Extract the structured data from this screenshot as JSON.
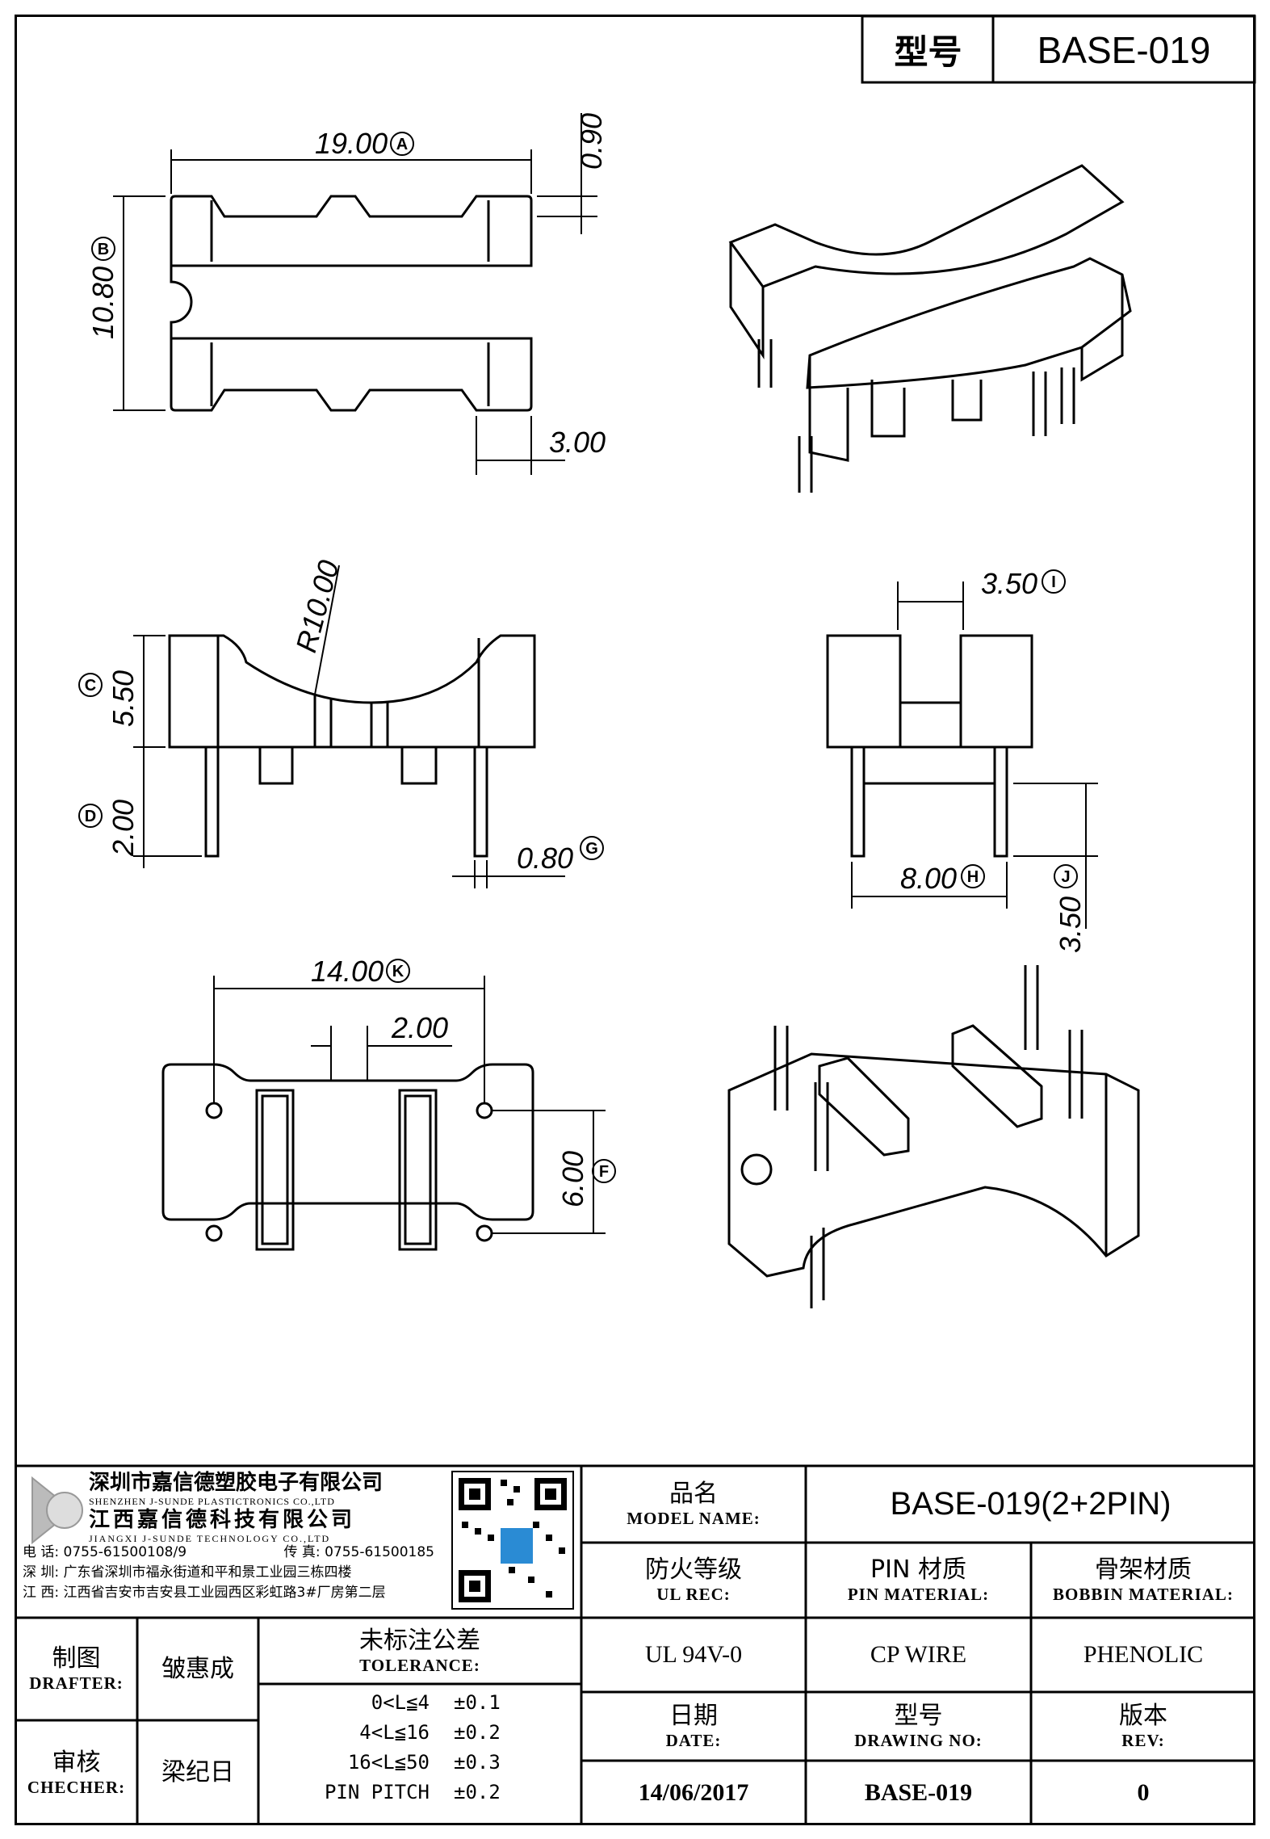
{
  "header": {
    "label_model": "型号",
    "model": "BASE-019"
  },
  "dimensions": {
    "width_a": "19.00",
    "mark_a": "A",
    "height_b": "10.80",
    "mark_b": "B",
    "top_gap": "0.90",
    "end_width": "3.00",
    "radius": "R10.00",
    "core_height": "5.50",
    "mark_c": "C",
    "pin_len": "2.00",
    "mark_d": "D",
    "pin_dia": "0.80",
    "mark_g": "G",
    "slot_width": "3.50",
    "mark_i": "I",
    "pin_span": "8.00",
    "mark_h": "H",
    "pin_len2": "3.50",
    "mark_j": "J",
    "pitch_k": "14.00",
    "mark_k": "K",
    "slot2": "2.00",
    "row_f": "6.00",
    "mark_f": "F"
  },
  "company": {
    "name_cn_1": "深圳市嘉信德塑胶电子有限公司",
    "name_en_1": "SHENZHEN J-SUNDE PLASTICTRONICS CO.,LTD",
    "name_cn_2": "江西嘉信德科技有限公司",
    "name_en_2": "JIANGXI J-SUNDE TECHNOLOGY CO.,LTD",
    "phone": "电 话: 0755-61500108/9",
    "fax": "传 真: 0755-61500185",
    "addr_sz": "深 圳: 广东省深圳市福永街道和平和景工业园三栋四楼",
    "addr_jx": "江 西: 江西省吉安市吉安县工业园西区彩虹路3#厂房第二层"
  },
  "titleblock": {
    "model_name_cn": "品名",
    "model_name_en": "MODEL NAME:",
    "model_name_val": "BASE-019(2+2PIN)",
    "ul_cn": "防火等级",
    "ul_en": "UL REC:",
    "ul_val": "UL 94V-0",
    "pin_mat_cn": "PIN 材质",
    "pin_mat_en": "PIN MATERIAL:",
    "pin_mat_val": "CP WIRE",
    "bob_mat_cn": "骨架材质",
    "bob_mat_en": "BOBBIN MATERIAL:",
    "bob_mat_val": "PHENOLIC",
    "date_cn": "日期",
    "date_en": "DATE:",
    "date_val": "14/06/2017",
    "dwg_cn": "型号",
    "dwg_en": "DRAWING NO:",
    "dwg_val": "BASE-019",
    "rev_cn": "版本",
    "rev_en": "REV:",
    "rev_val": "0",
    "drafter_cn": "制图",
    "drafter_en": "DRAFTER:",
    "drafter_val": "皱惠成",
    "checker_cn": "审核",
    "checker_en": "CHECHER:",
    "checker_val": "梁纪日",
    "tol_cn": "未标注公差",
    "tol_en": "TOLERANCE:",
    "tol_rows": [
      {
        "range": "0<L≦4",
        "val": "±0.1"
      },
      {
        "range": "4<L≦16",
        "val": "±0.2"
      },
      {
        "range": "16<L≦50",
        "val": "±0.3"
      },
      {
        "range": "PIN PITCH",
        "val": "±0.2"
      }
    ]
  }
}
